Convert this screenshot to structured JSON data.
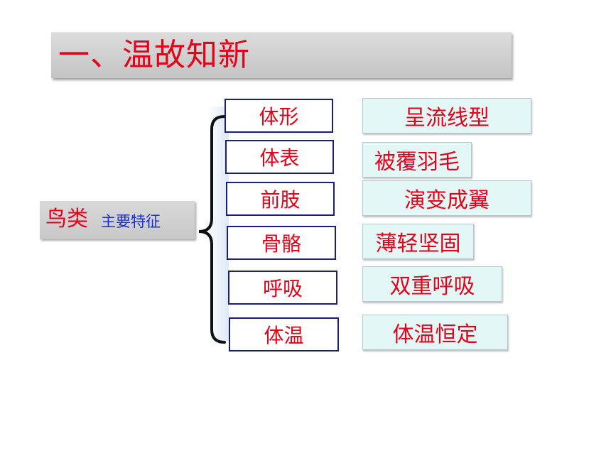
{
  "title": "一、温故知新",
  "category": {
    "main": "鸟类",
    "sub": "主要特征"
  },
  "features": [
    {
      "label": "体形",
      "value": "呈流线型"
    },
    {
      "label": "体表",
      "value": "被覆羽毛"
    },
    {
      "label": "前肢",
      "value": "演变成翼"
    },
    {
      "label": "骨骼",
      "value": "薄轻坚固"
    },
    {
      "label": "呼吸",
      "value": "双重呼吸"
    },
    {
      "label": "体温",
      "value": "体温恒定"
    }
  ],
  "colors": {
    "accent_text": "#e2001a",
    "sub_text": "#1a2fd0",
    "feature_border": "#1a1f78",
    "value_bg": "#e3f7f7"
  }
}
